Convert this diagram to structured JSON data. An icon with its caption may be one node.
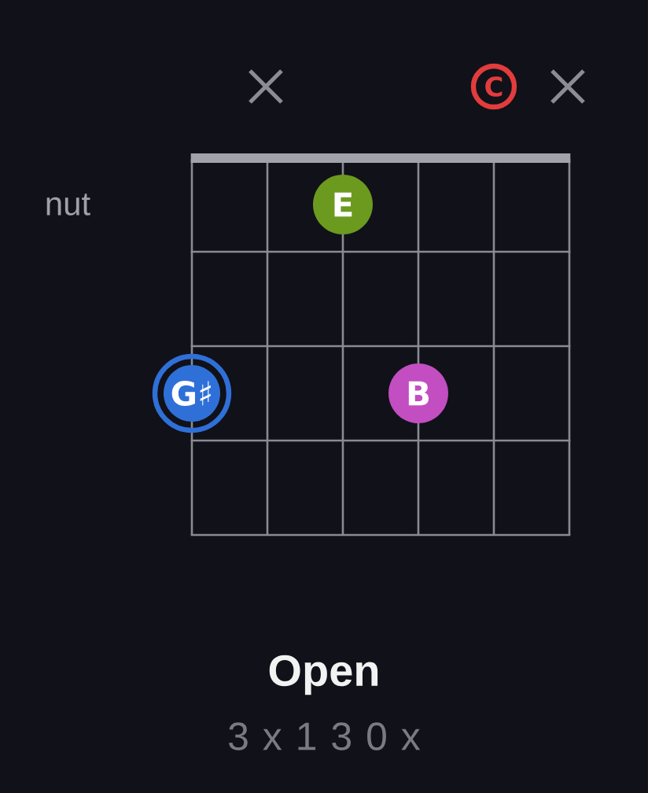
{
  "diagram": {
    "title": "Open",
    "caption": "3 x 1 3 0 x",
    "nodes": [
      {
        "text": [
          "C"
        ]
      },
      {
        "text": [
          "E"
        ]
      },
      {
        "text": [
          "G♯"
        ]
      },
      {
        "text": [
          "B"
        ]
      }
    ],
    "labels": [
      "nut"
    ]
  }
}
